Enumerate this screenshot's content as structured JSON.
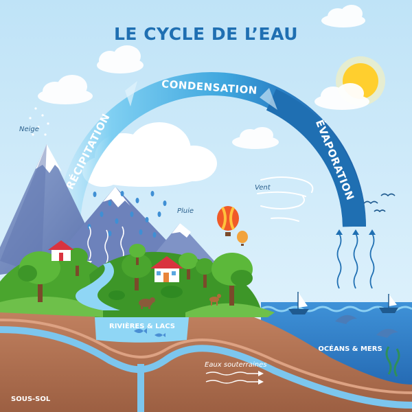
{
  "title": "LE CYCLE DE L’EAU",
  "cycle": {
    "condensation": "CONDENSATION",
    "precipitation": "PRÉCIPITATION",
    "evaporation": "ÉVAPORATION"
  },
  "labels": {
    "neige": "Neige",
    "pluie": "Pluie",
    "vent": "Vent",
    "rivieres": "RIVIÈRES & LACS",
    "oceans": "OCÉANS & MERS",
    "souterraines": "Eaux souterraines",
    "soussol": "SOUS-SOL"
  },
  "colors": {
    "sky_top": "#bfe3f7",
    "sky_bottom": "#e2f3fc",
    "arc_light": "#6fc6ee",
    "arc_dark": "#1f6fb2",
    "title": "#1f6fb2",
    "sun": "#ffcf2e",
    "ocean": "#2a78c8",
    "ground": "#b9795a",
    "grass": "#4aa52e"
  }
}
